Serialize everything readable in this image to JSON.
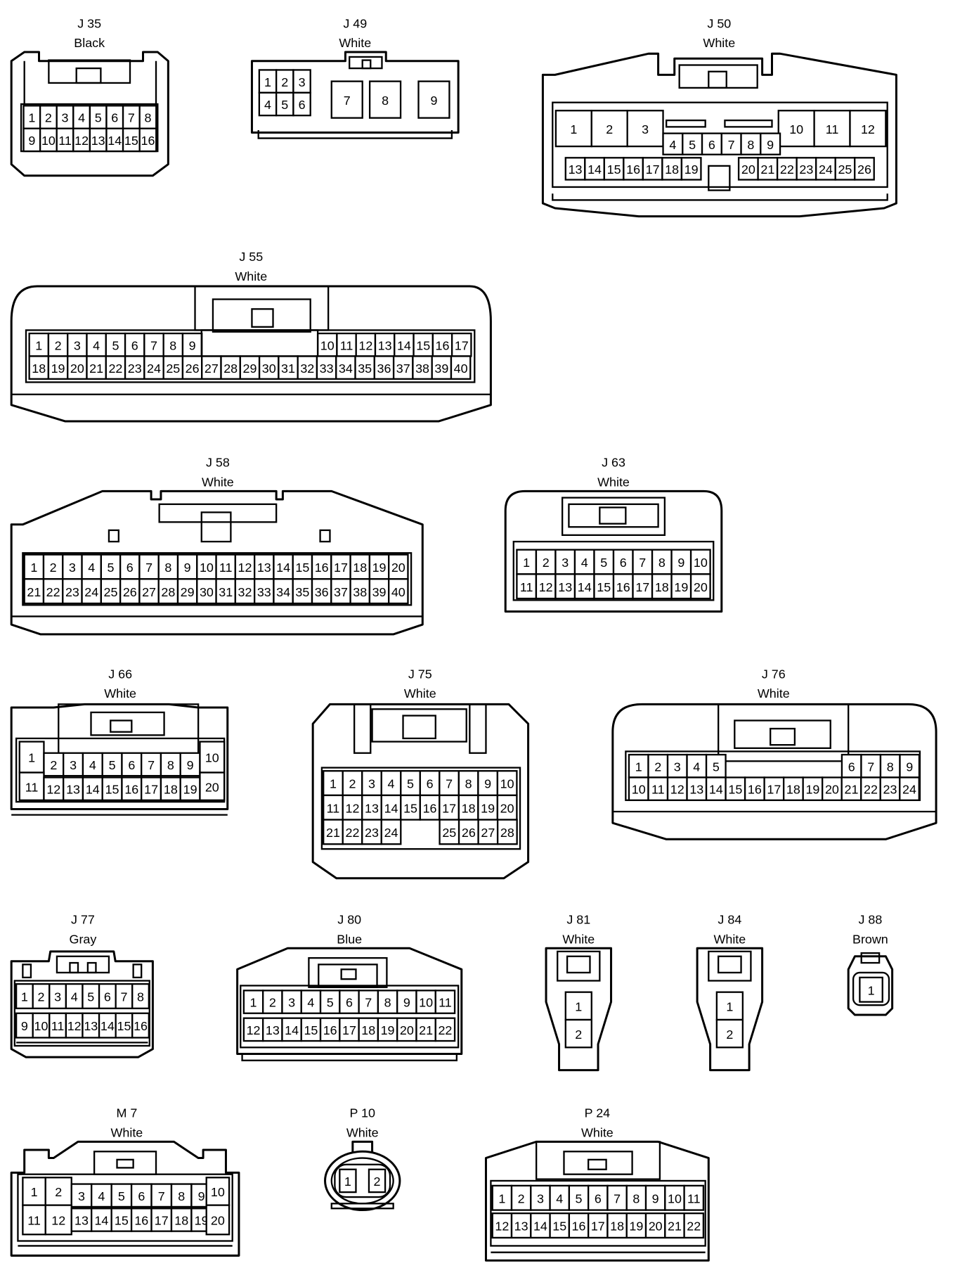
{
  "connectors": [
    {
      "id": "J 35",
      "color": "Black",
      "rows": [
        [
          "1",
          "2",
          "3",
          "4",
          "5",
          "6",
          "7",
          "8"
        ],
        [
          "9",
          "10",
          "11",
          "12",
          "13",
          "14",
          "15",
          "16"
        ]
      ]
    },
    {
      "id": "J 49",
      "color": "White",
      "rows": [
        [
          "1",
          "2",
          "3",
          "7",
          "8",
          "9"
        ],
        [
          "4",
          "5",
          "6"
        ]
      ]
    },
    {
      "id": "J 50",
      "color": "White",
      "rows": [
        [
          "1",
          "2",
          "3",
          "10",
          "11",
          "12"
        ],
        [
          "4",
          "5",
          "6",
          "7",
          "8",
          "9"
        ],
        [
          "13",
          "14",
          "15",
          "16",
          "17",
          "18",
          "19",
          "20",
          "21",
          "22",
          "23",
          "24",
          "25",
          "26"
        ]
      ]
    },
    {
      "id": "J 55",
      "color": "White",
      "rows": [
        [
          "1",
          "2",
          "3",
          "4",
          "5",
          "6",
          "7",
          "8",
          "9",
          "10",
          "11",
          "12",
          "13",
          "14",
          "15",
          "16",
          "17"
        ],
        [
          "18",
          "19",
          "20",
          "21",
          "22",
          "23",
          "24",
          "25",
          "26",
          "27",
          "28",
          "29",
          "30",
          "31",
          "32",
          "33",
          "34",
          "35",
          "36",
          "37",
          "38",
          "39",
          "40"
        ]
      ]
    },
    {
      "id": "J 58",
      "color": "White",
      "rows": [
        [
          "1",
          "2",
          "3",
          "4",
          "5",
          "6",
          "7",
          "8",
          "9",
          "10",
          "11",
          "12",
          "13",
          "14",
          "15",
          "16",
          "17",
          "18",
          "19",
          "20"
        ],
        [
          "21",
          "22",
          "23",
          "24",
          "25",
          "26",
          "27",
          "28",
          "29",
          "30",
          "31",
          "32",
          "33",
          "34",
          "35",
          "36",
          "37",
          "38",
          "39",
          "40"
        ]
      ]
    },
    {
      "id": "J 63",
      "color": "White",
      "rows": [
        [
          "1",
          "2",
          "3",
          "4",
          "5",
          "6",
          "7",
          "8",
          "9",
          "10"
        ],
        [
          "11",
          "12",
          "13",
          "14",
          "15",
          "16",
          "17",
          "18",
          "19",
          "20"
        ]
      ]
    },
    {
      "id": "J 66",
      "color": "White",
      "rows": [
        [
          "1",
          "2",
          "3",
          "4",
          "5",
          "6",
          "7",
          "8",
          "9",
          "10"
        ],
        [
          "11",
          "12",
          "13",
          "14",
          "15",
          "16",
          "17",
          "18",
          "19",
          "20"
        ]
      ]
    },
    {
      "id": "J 75",
      "color": "White",
      "rows": [
        [
          "1",
          "2",
          "3",
          "4",
          "5",
          "6",
          "7",
          "8",
          "9",
          "10"
        ],
        [
          "11",
          "12",
          "13",
          "14",
          "15",
          "16",
          "17",
          "18",
          "19",
          "20"
        ],
        [
          "21",
          "22",
          "23",
          "24",
          "25",
          "26",
          "27",
          "28"
        ]
      ]
    },
    {
      "id": "J 76",
      "color": "White",
      "rows": [
        [
          "1",
          "2",
          "3",
          "4",
          "5",
          "6",
          "7",
          "8",
          "9"
        ],
        [
          "10",
          "11",
          "12",
          "13",
          "14",
          "15",
          "16",
          "17",
          "18",
          "19",
          "20",
          "21",
          "22",
          "23",
          "24"
        ]
      ]
    },
    {
      "id": "J 77",
      "color": "Gray",
      "rows": [
        [
          "1",
          "2",
          "3",
          "4",
          "5",
          "6",
          "7",
          "8"
        ],
        [
          "9",
          "10",
          "11",
          "12",
          "13",
          "14",
          "15",
          "16"
        ]
      ]
    },
    {
      "id": "J 80",
      "color": "Blue",
      "rows": [
        [
          "1",
          "2",
          "3",
          "4",
          "5",
          "6",
          "7",
          "8",
          "9",
          "10",
          "11"
        ],
        [
          "12",
          "13",
          "14",
          "15",
          "16",
          "17",
          "18",
          "19",
          "20",
          "21",
          "22"
        ]
      ]
    },
    {
      "id": "J 81",
      "color": "White",
      "rows": [
        [
          "1"
        ],
        [
          "2"
        ]
      ]
    },
    {
      "id": "J 84",
      "color": "White",
      "rows": [
        [
          "1"
        ],
        [
          "2"
        ]
      ]
    },
    {
      "id": "J 88",
      "color": "Brown",
      "rows": [
        [
          "1"
        ]
      ]
    },
    {
      "id": "M 7",
      "color": "White",
      "rows": [
        [
          "1",
          "2",
          "3",
          "4",
          "5",
          "6",
          "7",
          "8",
          "9",
          "10"
        ],
        [
          "11",
          "12",
          "13",
          "14",
          "15",
          "16",
          "17",
          "18",
          "19",
          "20"
        ]
      ]
    },
    {
      "id": "P 10",
      "color": "White",
      "rows": [
        [
          "1",
          "2"
        ]
      ]
    },
    {
      "id": "P 24",
      "color": "White",
      "rows": [
        [
          "1",
          "2",
          "3",
          "4",
          "5",
          "6",
          "7",
          "8",
          "9",
          "10",
          "11"
        ],
        [
          "12",
          "13",
          "14",
          "15",
          "16",
          "17",
          "18",
          "19",
          "20",
          "21",
          "22"
        ]
      ]
    }
  ]
}
